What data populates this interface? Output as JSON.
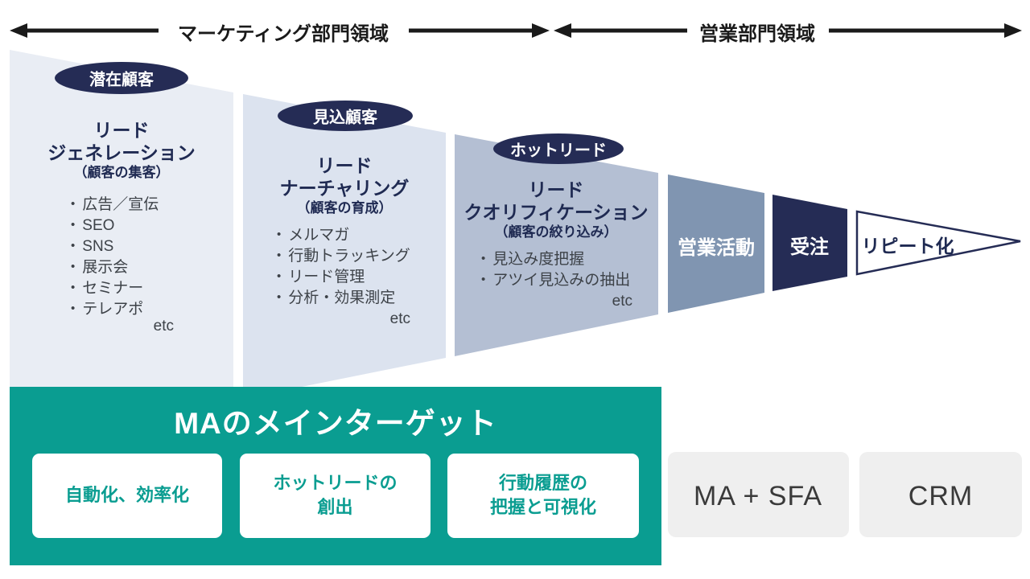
{
  "header": {
    "marketing_label": "マーケティング部門領域",
    "sales_label": "営業部門領域"
  },
  "funnel": {
    "stages": [
      {
        "badge": "潜在顧客",
        "title_l1": "リード",
        "title_l2": "ジェネレーション",
        "subtitle": "（顧客の集客）",
        "items": [
          "広告／宣伝",
          "SEO",
          "SNS",
          "展示会",
          "セミナー",
          "テレアポ"
        ],
        "etc": "etc"
      },
      {
        "badge": "見込顧客",
        "title_l1": "リード",
        "title_l2": "ナーチャリング",
        "subtitle": "（顧客の育成）",
        "items": [
          "メルマガ",
          "行動トラッキング",
          "リード管理",
          "分析・効果測定"
        ],
        "etc": "etc"
      },
      {
        "badge": "ホットリード",
        "title_l1": "リード",
        "title_l2": "クオリフィケーション",
        "subtitle": "（顧客の絞り込み）",
        "items": [
          "見込み度把握",
          "アツイ見込みの抽出"
        ],
        "etc": "etc"
      }
    ],
    "sales_activity_label": "営業活動",
    "order_label": "受注",
    "repeat_label": "リピート化"
  },
  "ma_target": {
    "title": "MAのメインターゲット",
    "cards": [
      {
        "line1": "自動化、効率化",
        "line2": ""
      },
      {
        "line1": "ホットリードの",
        "line2": "創出"
      },
      {
        "line1": "行動履歴の",
        "line2": "把握と可視化"
      }
    ]
  },
  "systems": {
    "ma_sfa": "MA + SFA",
    "crm": "CRM"
  },
  "colors": {
    "stage1_fill": "#e9edf4",
    "stage2_fill": "#dce3ef",
    "stage3_fill": "#b4bfd3",
    "sales_fill": "#8095b1",
    "order_fill": "#252c55",
    "badge_fill": "#252c55",
    "teal": "#0a9d91",
    "gray_box": "#efefef",
    "arrow": "#1a1a1a",
    "card_fill": "#ffffff"
  }
}
